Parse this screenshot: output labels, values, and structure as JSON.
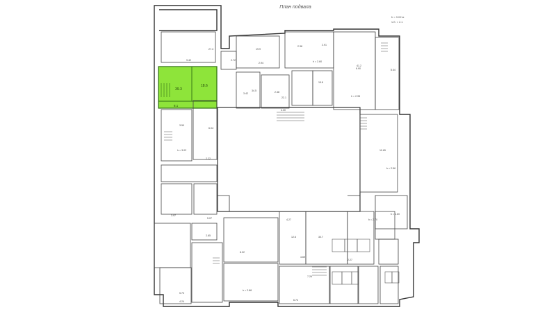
{
  "plan": {
    "title": "План подвала",
    "scale_note_1": "h = 3.02 м",
    "scale_note_2": "ч.б. = 2.1",
    "colors": {
      "highlight": "#8ee43a",
      "wall": "#333333",
      "paper": "#ffffff"
    },
    "highlighted_unit": {
      "label_1": "39.3",
      "label_2": "18.6",
      "label_3": "8.1"
    },
    "room_labels": [
      {
        "text": "9.42"
      },
      {
        "text": "2.72"
      },
      {
        "text": "2.94"
      },
      {
        "text": "2.38"
      },
      {
        "text": "2.91"
      },
      {
        "text": "3.42"
      },
      {
        "text": "2.48"
      },
      {
        "text": "h = 2.60"
      },
      {
        "text": "6.90"
      },
      {
        "text": "4.30"
      },
      {
        "text": "h = 2.95"
      },
      {
        "text": "5.44"
      },
      {
        "text": "3.50"
      },
      {
        "text": "6.04"
      },
      {
        "text": "h = 3.02"
      },
      {
        "text": "h = 2.58"
      },
      {
        "text": "10.65"
      },
      {
        "text": "2.22"
      },
      {
        "text": "3.97"
      },
      {
        "text": "5.07"
      },
      {
        "text": "4.27"
      },
      {
        "text": "h = 2.70"
      },
      {
        "text": "8.02"
      },
      {
        "text": "h = 2.88"
      },
      {
        "text": "4.69"
      },
      {
        "text": "6.74"
      },
      {
        "text": "7.26"
      },
      {
        "text": "2.27"
      },
      {
        "text": "5.73"
      },
      {
        "text": "4.24"
      },
      {
        "text": "h = 1.60"
      },
      {
        "text": "2.65"
      },
      {
        "text": "27.4"
      },
      {
        "text": "19.9"
      },
      {
        "text": "34.5"
      },
      {
        "text": "22.1"
      },
      {
        "text": "15.8"
      },
      {
        "text": "41.2"
      },
      {
        "text": "12.6"
      },
      {
        "text": "30.7"
      }
    ]
  }
}
